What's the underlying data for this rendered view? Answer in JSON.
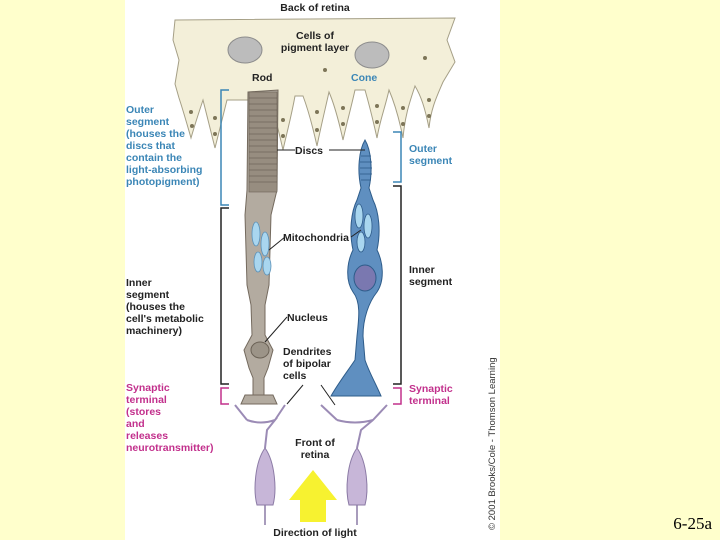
{
  "figure": {
    "labels": {
      "back_of_retina": "Back of retina",
      "cells_of_pigment_layer": "Cells of\npigment layer",
      "rod": "Rod",
      "cone": "Cone",
      "outer_segment_rod": "Outer\nsegment\n(houses the\ndiscs that\ncontain the\nlight-absorbing\nphotopigment)",
      "discs": "Discs",
      "outer_segment_cone": "Outer\nsegment",
      "mitochondria": "Mitochondria",
      "inner_segment_rod": "Inner\nsegment\n(houses the\ncell's metabolic\nmachinery)",
      "inner_segment_cone": "Inner\nsegment",
      "nucleus": "Nucleus",
      "dendrites_of_bipolar_cells": "Dendrites\nof bipolar\ncells",
      "synaptic_terminal_rod": "Synaptic\nterminal\n(stores\n and\nreleases\nneurotransmitter)",
      "synaptic_terminal_cone": "Synaptic\nterminal",
      "front_of_retina": "Front of\nretina",
      "direction_of_light": "Direction of light"
    },
    "copyright": "© 2001 Brooks/Cole - Thomson Learning",
    "colors": {
      "pigment_layer": "#f3efd9",
      "rod_gray": "#b3aba0",
      "cone_blue": "#5f8fc0",
      "mitochondria": "#a9d6ef",
      "bipolar_cell": "#c7b6d8",
      "arrow_yellow": "#f7f230",
      "label_blue": "#3b86b6",
      "label_pink": "#c2308c"
    }
  },
  "slide_number": "6-25a"
}
